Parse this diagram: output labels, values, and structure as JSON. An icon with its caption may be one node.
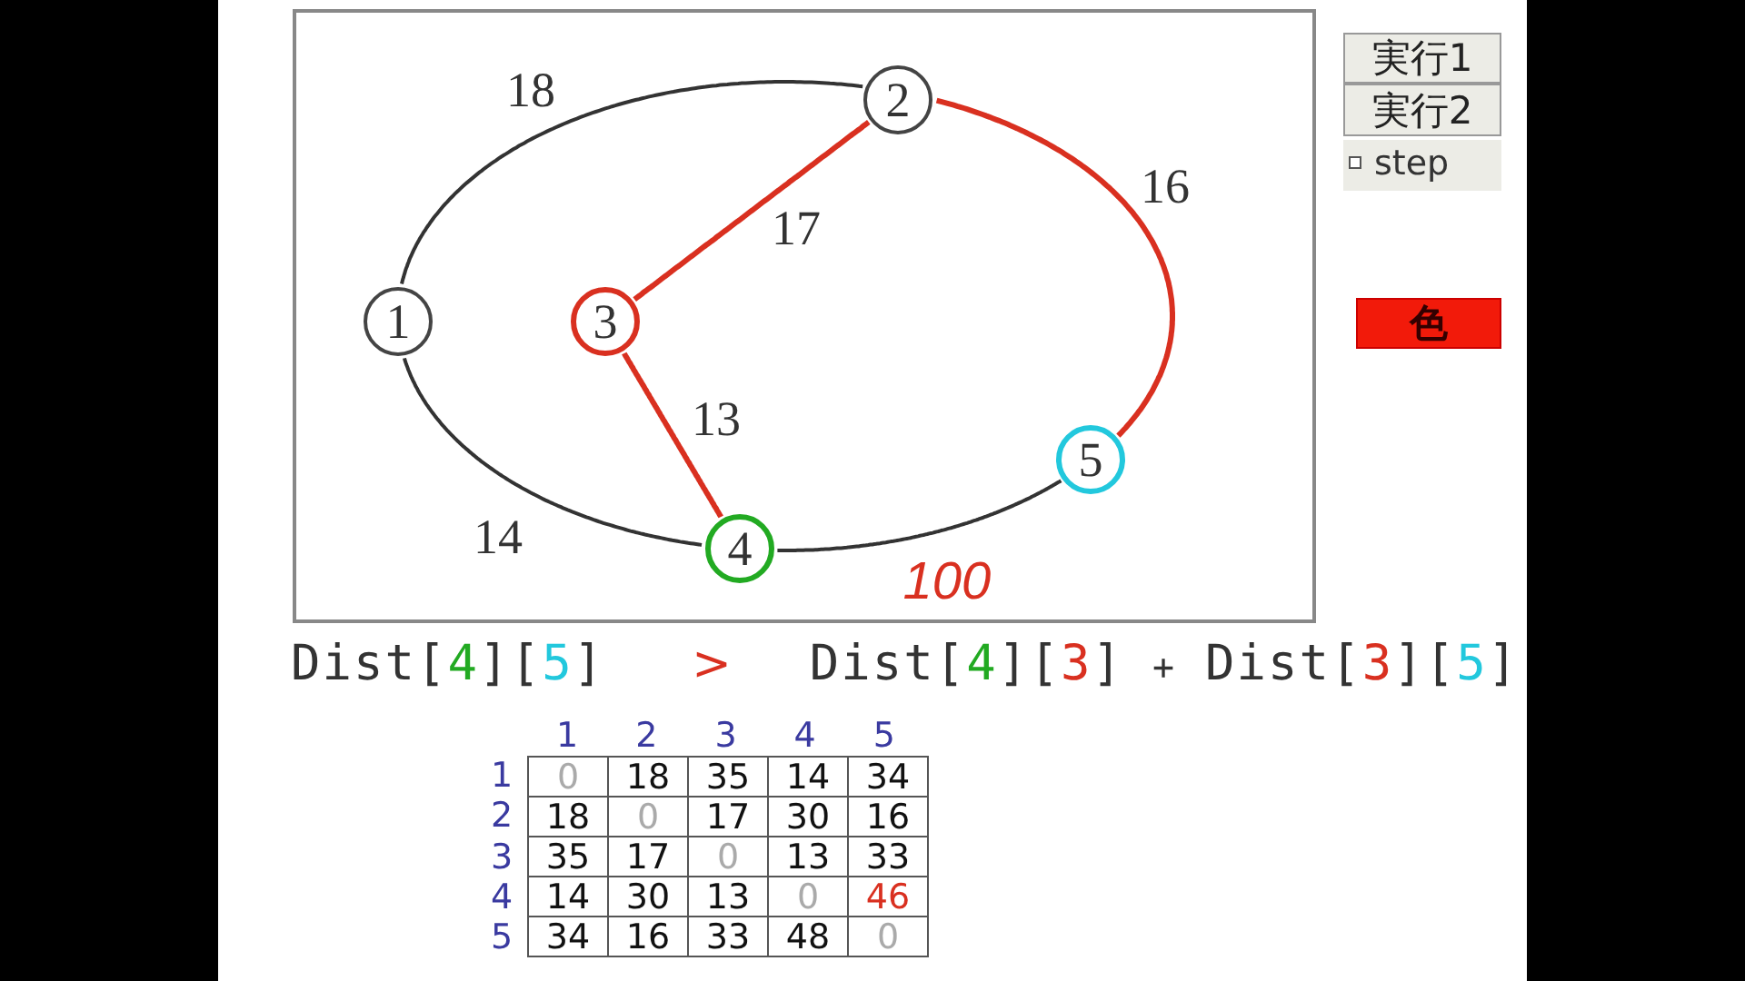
{
  "diagram": {
    "nodes": [
      {
        "text": [
          "1"
        ]
      },
      {
        "text": [
          "2"
        ]
      },
      {
        "text": [
          "3"
        ]
      },
      {
        "text": [
          "4"
        ]
      },
      {
        "text": [
          "5"
        ]
      },
      {
        "text": [
          "実行1"
        ]
      },
      {
        "text": [
          "実行2"
        ]
      },
      {
        "text": [
          "色"
        ]
      }
    ],
    "edges": [
      {
        "from": 0,
        "to": 1,
        "arrow": "none",
        "label": "18"
      },
      {
        "from": 1,
        "to": 2,
        "arrow": "none",
        "label": "17",
        "color": "#d93020"
      },
      {
        "from": 1,
        "to": 4,
        "arrow": "none",
        "label": "16",
        "color": "#d93020"
      },
      {
        "from": 2,
        "to": 3,
        "arrow": "none",
        "label": "13",
        "color": "#d93020"
      },
      {
        "from": 0,
        "to": 3,
        "arrow": "none",
        "label": "14"
      },
      {
        "from": 3,
        "to": 4,
        "arrow": "none",
        "label": "100"
      }
    ],
    "labels": [
      "step",
      "Dist[",
      "4",
      "][",
      "5",
      "]",
      ">",
      "Dist[",
      "4",
      "][",
      "3",
      "]",
      "+",
      "Dist[",
      "3",
      "][",
      "5",
      "]",
      "1",
      "2",
      "3",
      "4",
      "5",
      "1",
      "0",
      "18",
      "35",
      "14",
      "34",
      "2",
      "18",
      "0",
      "17",
      "30",
      "16",
      "3",
      "35",
      "17",
      "0",
      "13",
      "33",
      "4",
      "14",
      "30",
      "13",
      "0",
      "46",
      "5",
      "34",
      "16",
      "33",
      "48",
      "0"
    ]
  }
}
